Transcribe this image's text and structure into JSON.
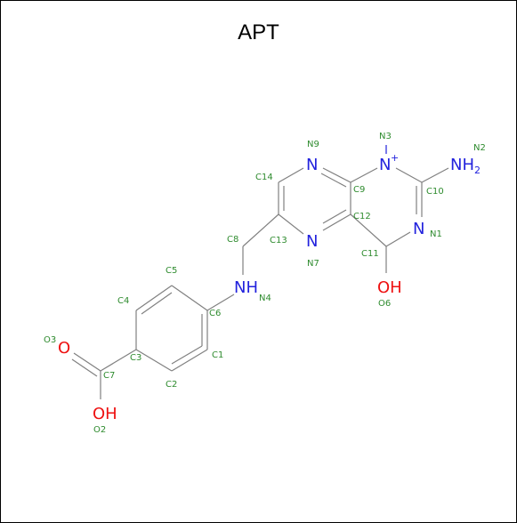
{
  "title": "APT",
  "colors": {
    "nitrogen": "#2222dd",
    "oxygen": "#ee1111",
    "label": "#2e8b2e",
    "bond": "#808080"
  },
  "atom_symbols": {
    "N9": "N",
    "N3": "N",
    "N3_charge": "+",
    "N2_main": "NH",
    "N2_sub": "2",
    "N1": "N",
    "N7": "N",
    "N4": "NH",
    "O6": "OH",
    "O3": "O",
    "O2": "OH"
  },
  "atom_labels": {
    "N9": "N9",
    "N3": "N3",
    "N2": "N2",
    "C14": "C14",
    "C9": "C9",
    "C10": "C10",
    "C12": "C12",
    "N1": "N1",
    "C8": "C8",
    "C13": "C13",
    "C11": "C11",
    "N7": "N7",
    "C5": "C5",
    "N4": "N4",
    "C4": "C4",
    "C6": "C6",
    "O6": "O6",
    "O3": "O3",
    "C3": "C3",
    "C1": "C1",
    "C7": "C7",
    "C2": "C2",
    "O2": "O2"
  }
}
